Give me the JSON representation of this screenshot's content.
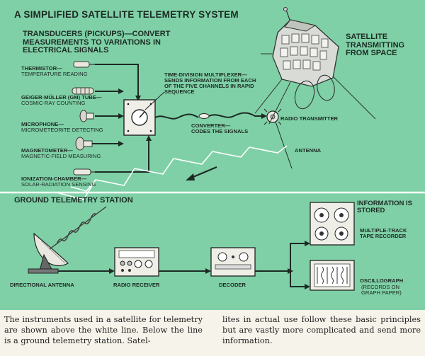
{
  "title": "A Simplified Satellite Telemetry System",
  "transducers_heading": "Transducers (Pickups)—Convert Measurements to Variations in Electrical Signals",
  "satellite_label": "Satellite Transmitting From Space",
  "instruments": [
    {
      "name": "Thermistor—",
      "desc": "Temperature Reading"
    },
    {
      "name": "Geiger-Müller (GM) Tube—",
      "desc": "Cosmic-Ray Counting"
    },
    {
      "name": "Microphone—",
      "desc": "Micrometeorite Detecting"
    },
    {
      "name": "Magnetometer—",
      "desc": "Magnetic-Field Measuring"
    },
    {
      "name": "Ionization-Chamber—",
      "desc": "Solar-Radiation Sensing"
    }
  ],
  "multiplexer_label": "Time-Division Multiplexer—Sends Information From Each of the Five Channels in Rapid Sequence",
  "converter_label": "Converter—Codes the Signals",
  "radio_transmitter_label": "Radio Transmitter",
  "antenna_label": "Antenna",
  "ground_station_title": "Ground Telemetry Station",
  "directional_antenna_label": "Directional Antenna",
  "radio_receiver_label": "Radio Receiver",
  "decoder_label": "Decoder",
  "information_stored_label": "Information Is Stored",
  "tape_recorder_label": "Multiple-Track Tape Recorder",
  "oscillograph_label": "Oscillograph",
  "oscillograph_note": "(Records on Graph Paper)",
  "caption_left": "The instruments used in a satellite for telemetry are shown above the white line. Below the line is a ground telemetry station. Satel-",
  "caption_right": "lites in actual use follow these basic principles but are vastly more complicated and send more information.",
  "colors": {
    "background": "#7fd0a6",
    "ink": "#1c2a24",
    "divider": "#ffffff",
    "paper": "#f6f3ea"
  }
}
